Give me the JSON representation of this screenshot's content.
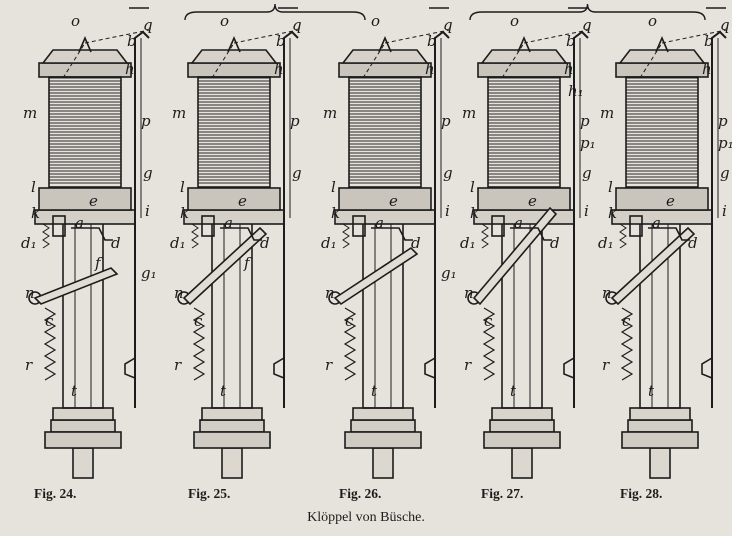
{
  "figures": [
    {
      "caption": "Fig. 24.",
      "labels": [
        "a",
        "b",
        "c",
        "d",
        "d₁",
        "e",
        "f",
        "g",
        "g₁",
        "h",
        "i",
        "k",
        "l",
        "m",
        "n",
        "o",
        "p",
        "q",
        "r",
        "t"
      ]
    },
    {
      "caption": "Fig. 25.",
      "labels": [
        "a",
        "b",
        "c",
        "d",
        "d₁",
        "e",
        "f",
        "g",
        "h",
        "k",
        "l",
        "m",
        "n",
        "o",
        "p",
        "q",
        "r",
        "t"
      ]
    },
    {
      "caption": "Fig. 26.",
      "labels": [
        "a",
        "b",
        "c",
        "d",
        "d₁",
        "e",
        "g",
        "g₁",
        "h",
        "i",
        "k",
        "l",
        "m",
        "n",
        "o",
        "p",
        "q",
        "r",
        "t"
      ]
    },
    {
      "caption": "Fig. 27.",
      "labels": [
        "a",
        "b",
        "c",
        "d",
        "d₁",
        "e",
        "g",
        "h",
        "h₁",
        "i",
        "k",
        "l",
        "m",
        "n",
        "o",
        "p",
        "p₁",
        "q",
        "r",
        "t"
      ]
    },
    {
      "caption": "Fig. 28.",
      "labels": [
        "a",
        "b",
        "c",
        "d",
        "d₁",
        "e",
        "g",
        "h",
        "i",
        "k",
        "l",
        "m",
        "n",
        "o",
        "p",
        "p₁",
        "q",
        "r",
        "t"
      ]
    }
  ],
  "plate_caption": "Klöppel von Büsche."
}
